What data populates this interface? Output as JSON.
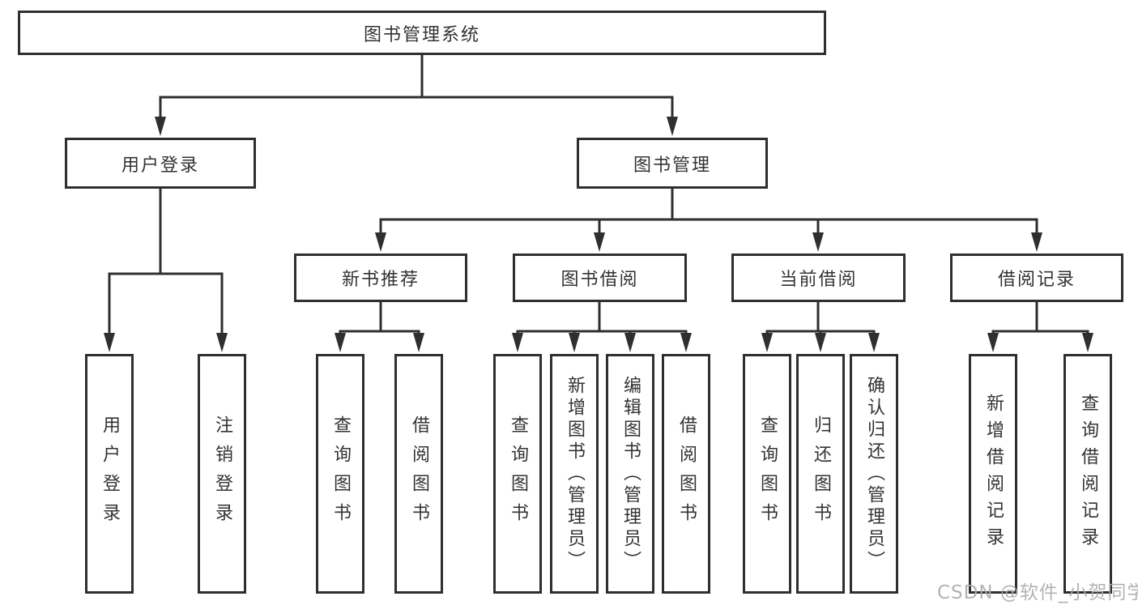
{
  "tree": {
    "label": "图书管理系统",
    "children": [
      {
        "label": "用户登录",
        "children": [
          {
            "label": "用户登录"
          },
          {
            "label": "注销登录"
          }
        ]
      },
      {
        "label": "图书管理",
        "children": [
          {
            "label": "新书推荐",
            "children": [
              {
                "label": "查询图书"
              },
              {
                "label": "借阅图书"
              }
            ]
          },
          {
            "label": "图书借阅",
            "children": [
              {
                "label": "查询图书"
              },
              {
                "label": "新增图书（管理员）"
              },
              {
                "label": "编辑图书（管理员）"
              },
              {
                "label": "借阅图书"
              }
            ]
          },
          {
            "label": "当前借阅",
            "children": [
              {
                "label": "查询图书"
              },
              {
                "label": "归还图书"
              },
              {
                "label": "确认归还（管理员）"
              }
            ]
          },
          {
            "label": "借阅记录",
            "children": [
              {
                "label": "新增借阅记录"
              },
              {
                "label": "查询借阅记录"
              }
            ]
          }
        ]
      }
    ]
  },
  "watermark": {
    "text": "CSDN @软件_小贺同学"
  },
  "colors": {
    "line": "#2f2f2f",
    "text": "#333333",
    "box_background": "#ffffff",
    "page_background": "#ffffff",
    "watermark": "#ababab"
  }
}
